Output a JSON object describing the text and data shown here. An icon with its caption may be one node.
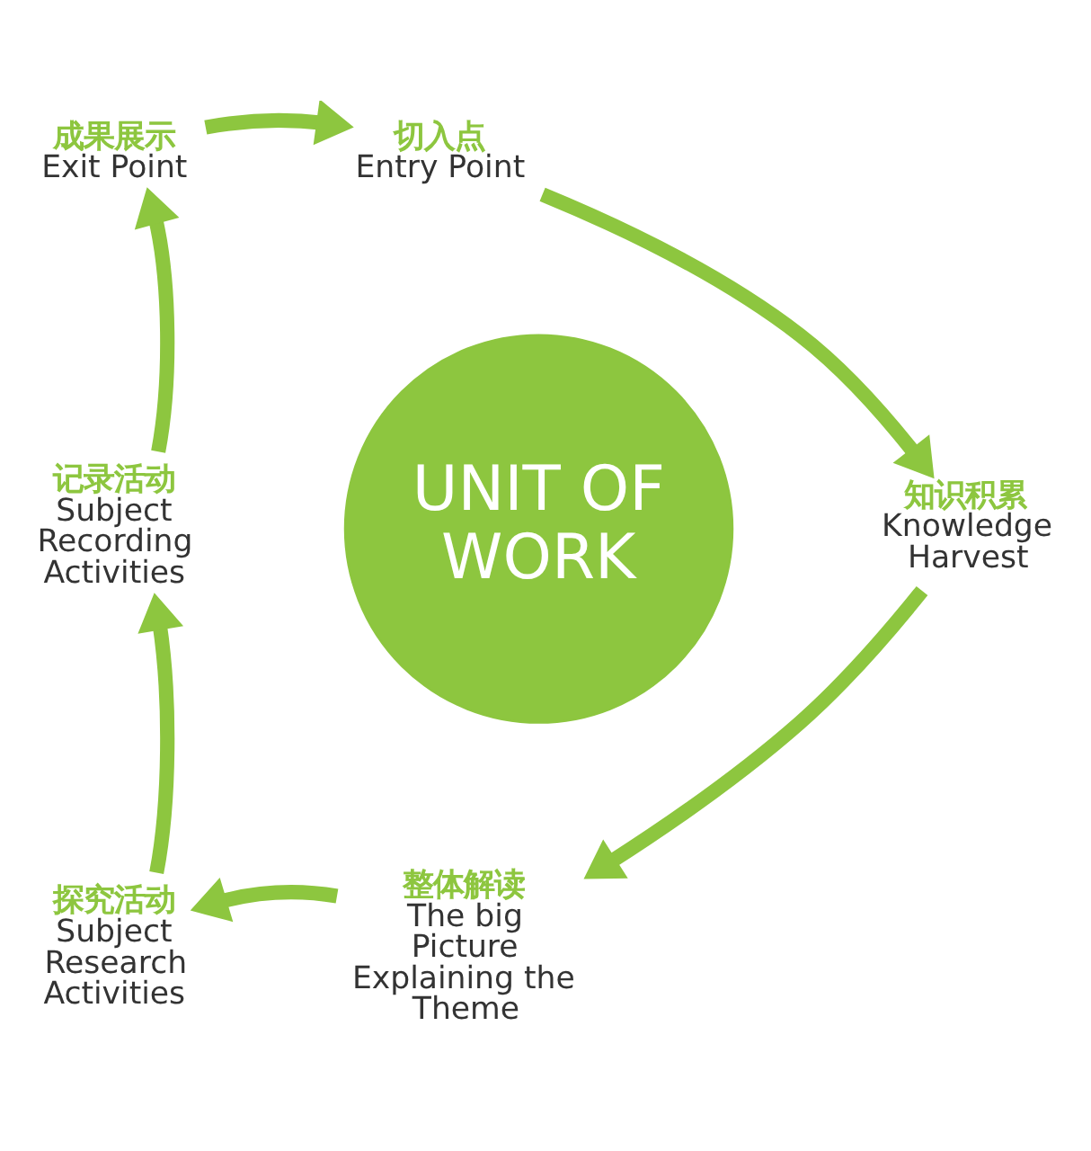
{
  "diagram": {
    "nodes": [
      {
        "text": [
          "UNIT OF WORK"
        ]
      },
      {
        "text": [
          "成果展示",
          "Exit Point"
        ]
      },
      {
        "text": [
          "切入点",
          "Entry Point"
        ]
      },
      {
        "text": [
          "记录活动",
          "Subject Recording Activities"
        ]
      },
      {
        "text": [
          "知识积累",
          "Knowledge Harvest"
        ]
      },
      {
        "text": [
          "探究活动",
          "Subject Research Activities"
        ]
      },
      {
        "text": [
          "整体解读",
          "The big Picture Explaining the Theme"
        ]
      }
    ],
    "edges": [
      {
        "from": 1,
        "to": 2,
        "arrow": "to"
      },
      {
        "from": 2,
        "to": 4,
        "arrow": "to"
      },
      {
        "from": 4,
        "to": 6,
        "arrow": "to"
      },
      {
        "from": 6,
        "to": 5,
        "arrow": "to"
      },
      {
        "from": 5,
        "to": 3,
        "arrow": "to"
      },
      {
        "from": 3,
        "to": 1,
        "arrow": "to"
      }
    ]
  }
}
